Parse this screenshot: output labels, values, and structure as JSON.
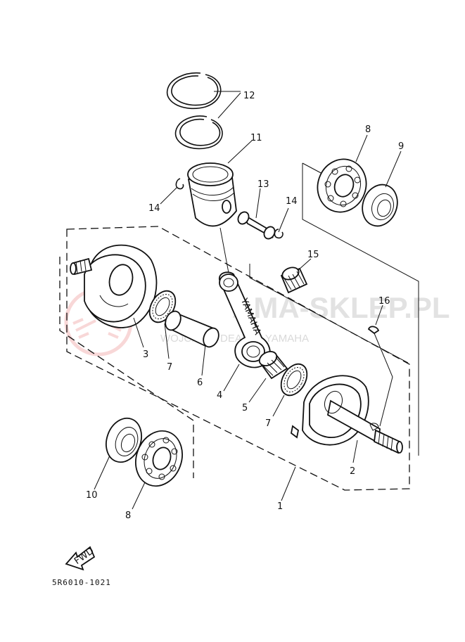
{
  "diagram": {
    "code": "5R6010-1021",
    "fwd_label": "FWD",
    "watermark": {
      "main": "AMA-SKLEP.PL",
      "sub": "WOJCIC   Z I DEALER YAMAHA"
    },
    "rod_mark": "YAMAHA",
    "colors": {
      "watermark_logo": "#f4b8b8",
      "ink": "#111111"
    }
  },
  "labels": [
    {
      "id": "12",
      "text": "12"
    },
    {
      "id": "11",
      "text": "11"
    },
    {
      "id": "13",
      "text": "13"
    },
    {
      "id": "14a",
      "text": "14"
    },
    {
      "id": "14b",
      "text": "14"
    },
    {
      "id": "8a",
      "text": "8"
    },
    {
      "id": "9",
      "text": "9"
    },
    {
      "id": "15",
      "text": "15"
    },
    {
      "id": "16",
      "text": "16"
    },
    {
      "id": "3",
      "text": "3"
    },
    {
      "id": "7a",
      "text": "7"
    },
    {
      "id": "6",
      "text": "6"
    },
    {
      "id": "4",
      "text": "4"
    },
    {
      "id": "5",
      "text": "5"
    },
    {
      "id": "7b",
      "text": "7"
    },
    {
      "id": "2",
      "text": "2"
    },
    {
      "id": "1",
      "text": "1"
    },
    {
      "id": "10",
      "text": "10"
    },
    {
      "id": "8b",
      "text": "8"
    }
  ]
}
